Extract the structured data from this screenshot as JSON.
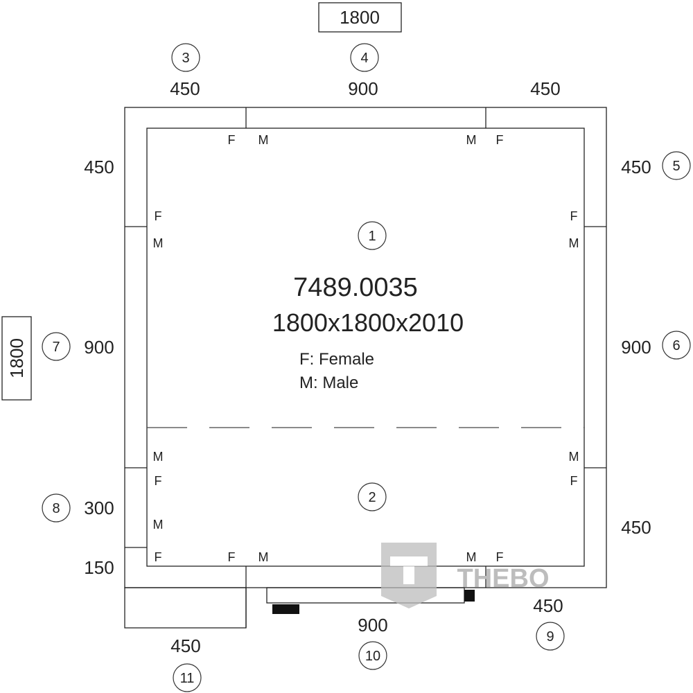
{
  "model": "7489.0035",
  "size": "1800x1800x2010",
  "legend": {
    "f": "F: Female",
    "m": "M: Male"
  },
  "overall": {
    "width": "1800",
    "depth": "1800"
  },
  "panels": {
    "top": [
      "450",
      "900",
      "450"
    ],
    "right": [
      "450",
      "900",
      "450"
    ],
    "left": [
      "450",
      "900",
      "300",
      "150"
    ],
    "bottom": [
      "900",
      "450"
    ],
    "bottom_left": "450"
  },
  "callouts": [
    "1",
    "2",
    "3",
    "4",
    "5",
    "6",
    "7",
    "8",
    "9",
    "10",
    "11"
  ],
  "connector_labels": {
    "f": "F",
    "m": "M"
  },
  "watermark": "THEBO",
  "colors": {
    "line": "#222222",
    "watermark": "#bdbdbd"
  }
}
